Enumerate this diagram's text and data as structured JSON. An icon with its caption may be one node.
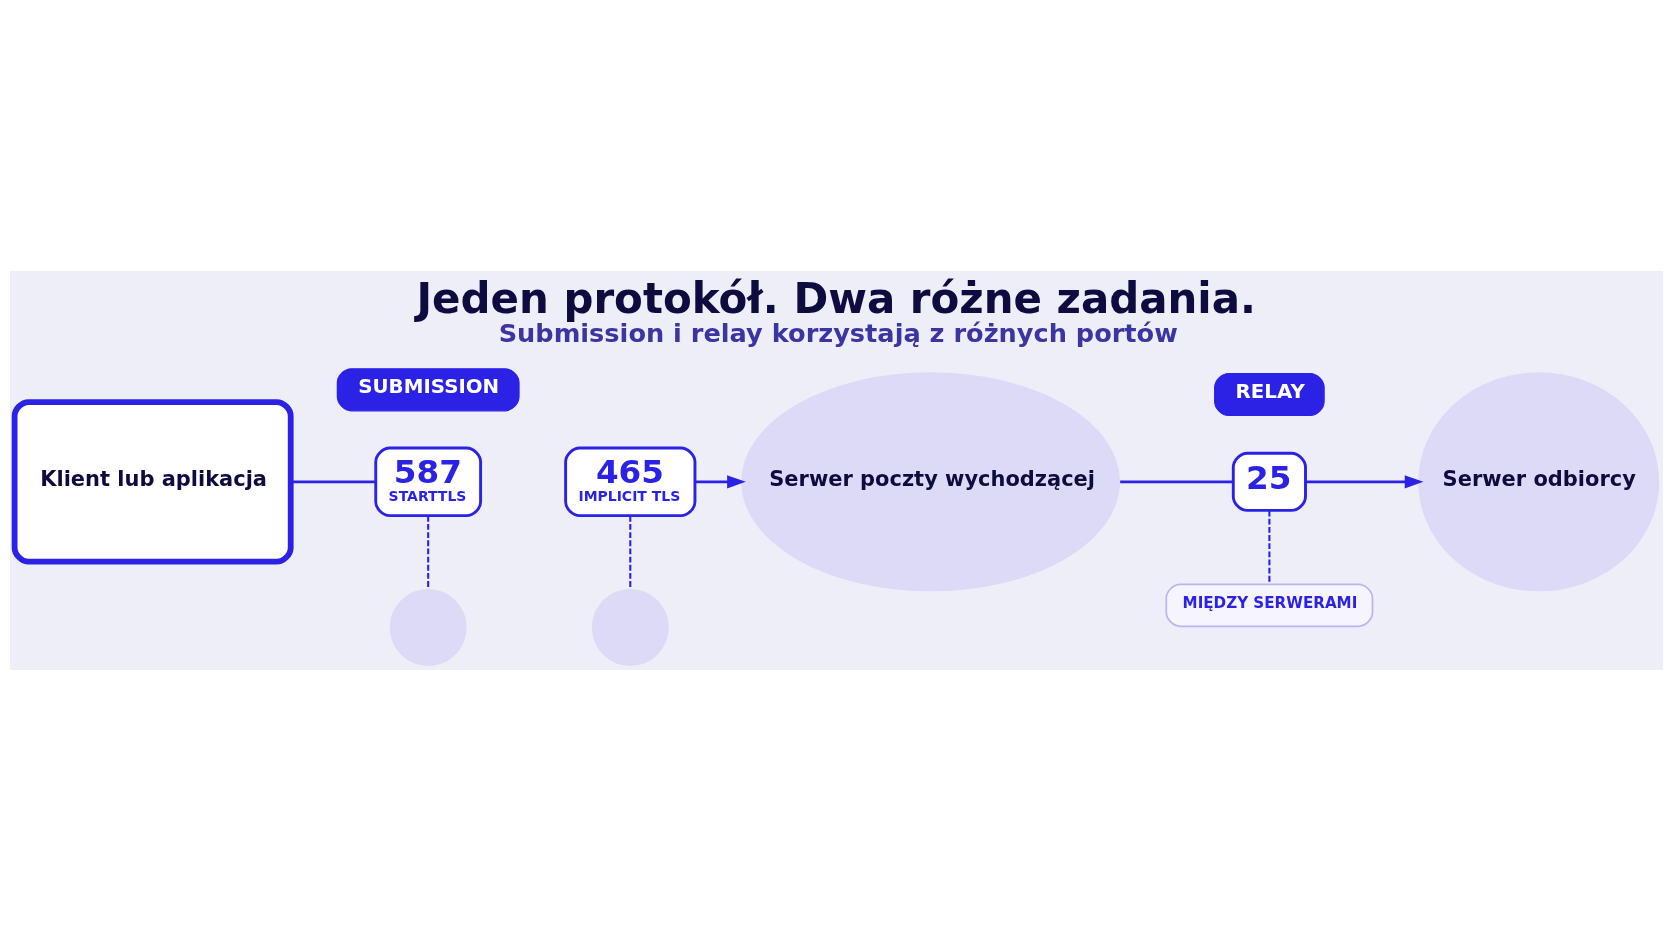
{
  "diagram": {
    "title": "Jeden protokół. Dwa różne zadania.",
    "caption": "Submission i relay korzystają z różnych portów",
    "nodes": [
      {
        "text": [
          "Klient lub aplikacja"
        ]
      },
      {
        "text": [
          "SUBMISSION"
        ]
      },
      {
        "text": [
          "587",
          "STARTTLS"
        ]
      },
      {
        "text": [
          "465",
          "IMPLICIT TLS"
        ]
      },
      {
        "text": [],
        "shape": "circle"
      },
      {
        "text": [],
        "shape": "circle"
      },
      {
        "text": [
          "Serwer poczty wychodzącej"
        ]
      },
      {
        "text": [
          "RELAY"
        ]
      },
      {
        "text": [
          "25"
        ]
      },
      {
        "text": [
          "MIĘDZY SERWERAMI"
        ]
      },
      {
        "text": [
          "Serwer odbiorcy"
        ]
      }
    ],
    "edges": [
      {
        "from": 0,
        "to": 2,
        "arrow": "none"
      },
      {
        "from": 3,
        "to": 6,
        "arrow": "to"
      },
      {
        "from": 2,
        "to": 4,
        "arrow": "none",
        "style": "dashed"
      },
      {
        "from": 3,
        "to": 5,
        "arrow": "none",
        "style": "dashed"
      },
      {
        "from": 6,
        "to": 8,
        "arrow": "none"
      },
      {
        "from": 8,
        "to": 10,
        "arrow": "to"
      },
      {
        "from": 8,
        "to": 9,
        "arrow": "none",
        "style": "dashed"
      }
    ]
  }
}
